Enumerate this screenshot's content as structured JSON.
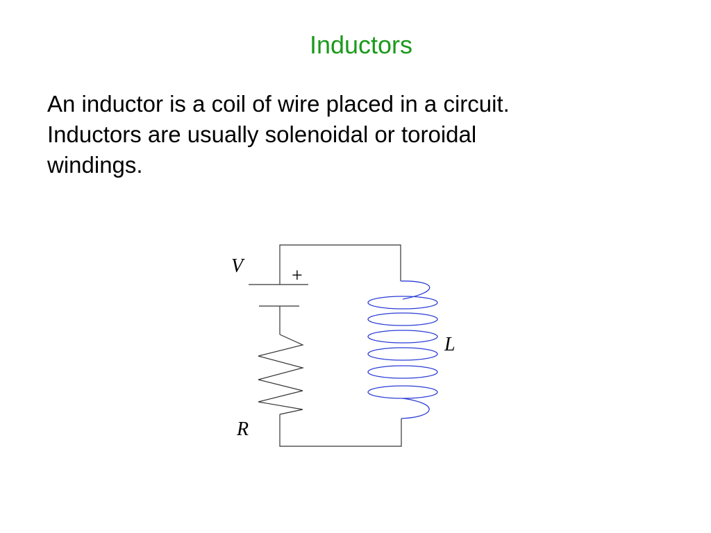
{
  "slide": {
    "title": "Inductors",
    "title_color": "#1a9a1a",
    "body_lines": [
      "An inductor is a coil of wire placed in a circuit.",
      "Inductors are usually solenoidal or toroidal",
      "windings."
    ]
  },
  "circuit": {
    "labels": {
      "voltage": "V",
      "plus": "+",
      "resistor": "R",
      "inductor": "L"
    },
    "wire_color": "#333333",
    "coil_color": "#2a3cd6"
  }
}
